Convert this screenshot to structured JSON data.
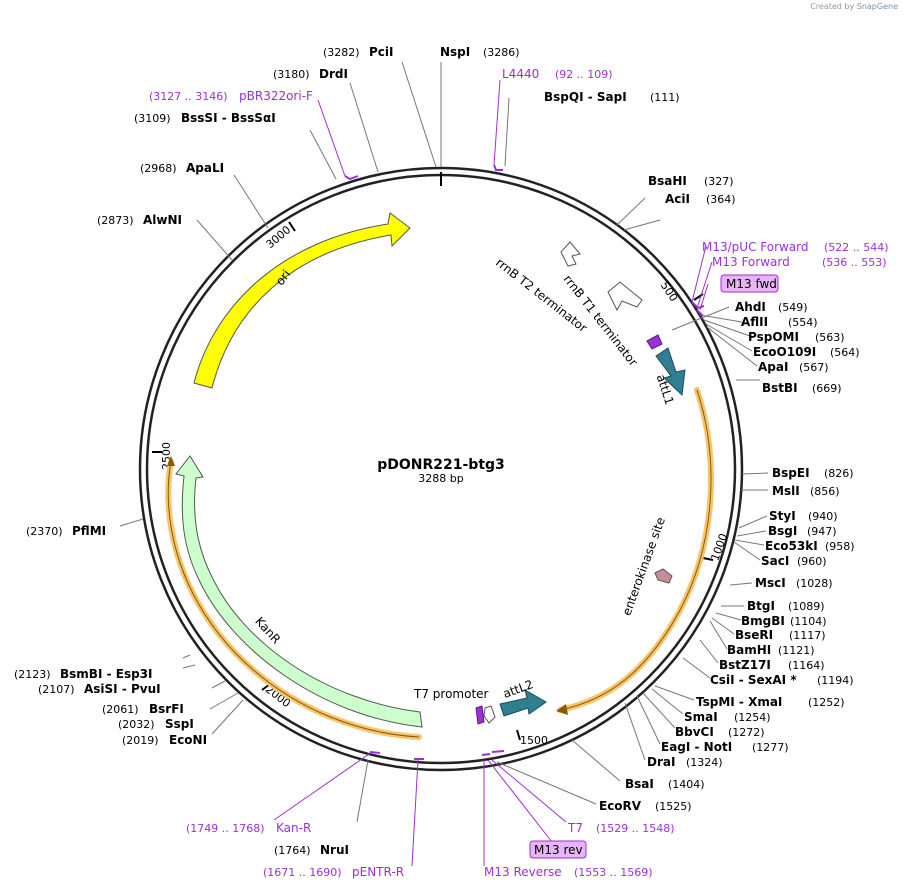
{
  "credit": {
    "prefix": "Created by",
    "brand": "SnapGene"
  },
  "plasmid": {
    "name": "pDONR221-btg3",
    "length_label": "3288 bp"
  },
  "ticks": [
    "500",
    "1000",
    "1500",
    "2000",
    "2500",
    "3000"
  ],
  "features": {
    "ori": "ori",
    "kanr": "KanR",
    "attl1": "attL1",
    "attl2": "attL2",
    "rrnb_t1": "rrnB T1 terminator",
    "rrnb_t2": "rrnB T2 terminator",
    "t7_promoter": "T7 promoter",
    "enterokinase": "enterokinase site"
  },
  "sites": [
    {
      "name": "PciI",
      "pos": "(3282)"
    },
    {
      "name": "NspI",
      "pos": "(3286)"
    },
    {
      "name": "DrdI",
      "pos": "(3180)"
    },
    {
      "name": "BssSI - BssSαI",
      "pos": "(3109)"
    },
    {
      "name": "ApaLI",
      "pos": "(2968)"
    },
    {
      "name": "AlwNI",
      "pos": "(2873)"
    },
    {
      "name": "PflMI",
      "pos": "(2370)"
    },
    {
      "name": "BsmBI - Esp3I",
      "pos": "(2123)"
    },
    {
      "name": "AsiSI - PvuI",
      "pos": "(2107)"
    },
    {
      "name": "BsrFI",
      "pos": "(2061)"
    },
    {
      "name": "SspI",
      "pos": "(2032)"
    },
    {
      "name": "EcoNI",
      "pos": "(2019)"
    },
    {
      "name": "NruI",
      "pos": "(1764)"
    },
    {
      "name": "BspQI - SapI",
      "pos": "(111)"
    },
    {
      "name": "BsaHI",
      "pos": "(327)"
    },
    {
      "name": "AciI",
      "pos": "(364)"
    },
    {
      "name": "AhdI",
      "pos": "(549)"
    },
    {
      "name": "AflII",
      "pos": "(554)"
    },
    {
      "name": "PspOMI",
      "pos": "(563)"
    },
    {
      "name": "EcoO109I",
      "pos": "(564)"
    },
    {
      "name": "ApaI",
      "pos": "(567)"
    },
    {
      "name": "BstBI",
      "pos": "(669)"
    },
    {
      "name": "BspEI",
      "pos": "(826)"
    },
    {
      "name": "MslI",
      "pos": "(856)"
    },
    {
      "name": "StyI",
      "pos": "(940)"
    },
    {
      "name": "BsgI",
      "pos": "(947)"
    },
    {
      "name": "Eco53kI",
      "pos": "(958)"
    },
    {
      "name": "SacI",
      "pos": "(960)"
    },
    {
      "name": "MscI",
      "pos": "(1028)"
    },
    {
      "name": "BtgI",
      "pos": "(1089)"
    },
    {
      "name": "BmgBI",
      "pos": "(1104)"
    },
    {
      "name": "BseRI",
      "pos": "(1117)"
    },
    {
      "name": "BamHI",
      "pos": "(1121)"
    },
    {
      "name": "BstZ17I",
      "pos": "(1164)"
    },
    {
      "name": "CsiI - SexAI *",
      "pos": "(1194)"
    },
    {
      "name": "TspMI - XmaI",
      "pos": "(1252)"
    },
    {
      "name": "SmaI",
      "pos": "(1254)"
    },
    {
      "name": "BbvCI",
      "pos": "(1272)"
    },
    {
      "name": "EagI - NotI",
      "pos": "(1277)"
    },
    {
      "name": "DraI",
      "pos": "(1324)"
    },
    {
      "name": "BsaI",
      "pos": "(1404)"
    },
    {
      "name": "EcoRV",
      "pos": "(1525)"
    }
  ],
  "primers": [
    {
      "name": "L4440",
      "pos": "(92 .. 109)"
    },
    {
      "name": "pBR322ori-F",
      "pos": "(3127 .. 3146)"
    },
    {
      "name": "M13/pUC Forward",
      "pos": "(522 .. 544)"
    },
    {
      "name": "M13 Forward",
      "pos": "(536 .. 553)"
    },
    {
      "name": "M13 fwd",
      "pos": ""
    },
    {
      "name": "Kan-R",
      "pos": "(1749 .. 1768)"
    },
    {
      "name": "pENTR-R",
      "pos": "(1671 .. 1690)"
    },
    {
      "name": "M13 Reverse",
      "pos": "(1553 .. 1569)"
    },
    {
      "name": "T7",
      "pos": "(1529 .. 1548)"
    },
    {
      "name": "M13 rev",
      "pos": ""
    }
  ],
  "colors": {
    "ori": "#ffff00",
    "kanr": "#ccffcc",
    "att": "#2f7e91",
    "primer": "#9b30d9",
    "primer_box": "#e7b5f5",
    "orf_glow": "#f6c46a",
    "enterokinase": "#c58f99"
  }
}
